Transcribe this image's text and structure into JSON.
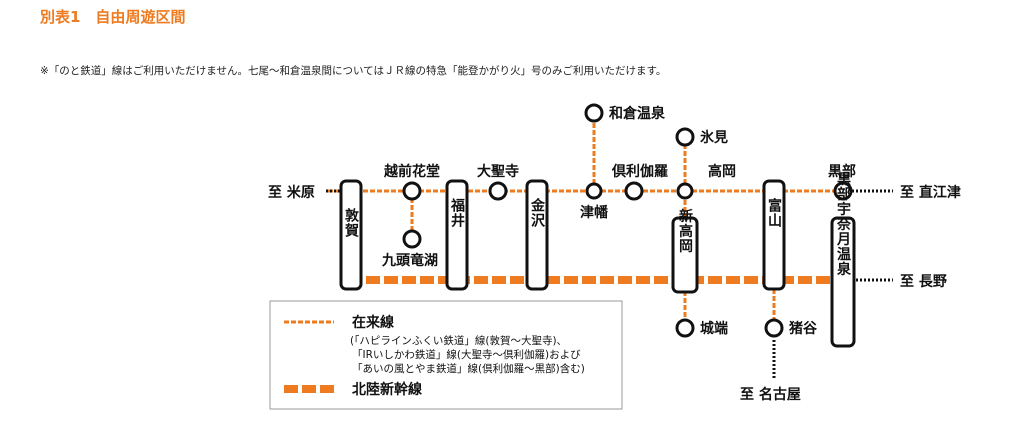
{
  "title": "別表1　自由周遊区間",
  "note": "※「のと鉄道」線はご利用いただけません。七尾〜和倉温泉間についてはＪＲ線の特急「能登かがり火」号のみご利用いただけます。",
  "colors": {
    "accent": "#ee7b1f",
    "line_dark": "#111111"
  },
  "stations": {
    "echizen_kado": "越前花堂",
    "kuzuryuko": "九頭竜湖",
    "daishoji": "大聖寺",
    "tsubata": "津幡",
    "kurikara": "倶利伽羅",
    "takaoka": "高岡",
    "wakura_onsen": "和倉温泉",
    "himi": "氷見",
    "johana": "城端",
    "inotani": "猪谷",
    "kurobe": "黒部",
    "tsuruga": "敦賀",
    "fukui": "福井",
    "kanazawa": "金沢",
    "shin_takaoka": "新高岡",
    "toyama": "富山",
    "kurobe_unazuki_onsen": "黒部宇奈月温泉"
  },
  "directions": {
    "maibara": "至 米原",
    "naoetsu": "至 直江津",
    "nagano": "至 長野",
    "nagoya": "至 名古屋"
  },
  "legend": {
    "conventional_label": "在来線",
    "conventional_note_1": "(「ハピラインふくい鉄道」線(敦賀〜大聖寺)、",
    "conventional_note_2": "「IRいしかわ鉄道」線(大聖寺〜倶利伽羅)および",
    "conventional_note_3": "「あいの風とやま鉄道」線(倶利伽羅〜黒部)含む)",
    "shinkansen_label": "北陸新幹線"
  }
}
